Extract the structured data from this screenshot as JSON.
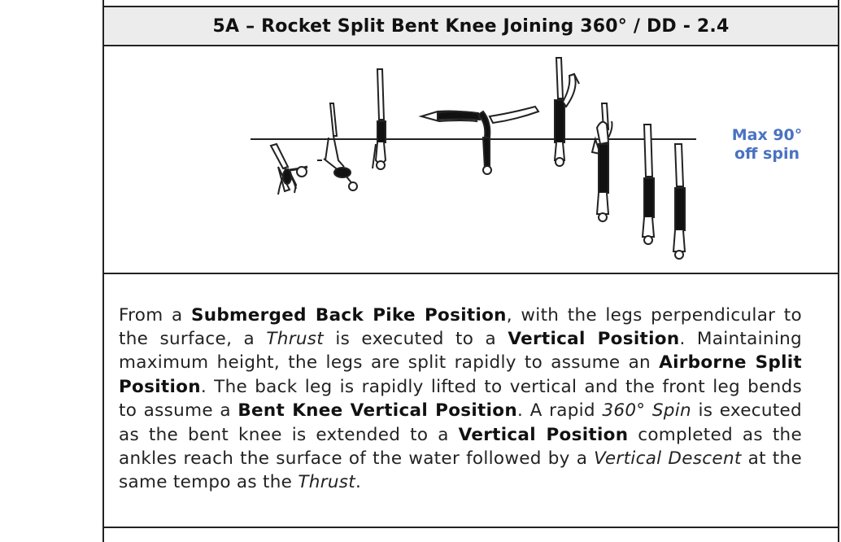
{
  "title": "5A – Rocket Split Bent Knee Joining 360° / DD - 2.4",
  "figure": {
    "note_line1": "Max 90°",
    "note_line2": "off spin",
    "note_color": "#4a72c0"
  },
  "description": [
    {
      "t": "From a ",
      "s": "normal"
    },
    {
      "t": "Submerged Back Pike Position",
      "s": "bold"
    },
    {
      "t": ", with the legs perpendicular to the surface, a ",
      "s": "normal"
    },
    {
      "t": "Thrust",
      "s": "italic"
    },
    {
      "t": " is executed to a ",
      "s": "normal"
    },
    {
      "t": "Vertical Position",
      "s": "bold"
    },
    {
      "t": ". Maintaining maximum height, the legs are split rapidly to assume an ",
      "s": "normal"
    },
    {
      "t": "Airborne Split Position",
      "s": "bold"
    },
    {
      "t": ". The back leg is rapidly lifted to vertical and the front leg bends to assume a ",
      "s": "normal"
    },
    {
      "t": "Bent Knee Vertical Position",
      "s": "bold"
    },
    {
      "t": ". A rapid ",
      "s": "normal"
    },
    {
      "t": "360° Spin",
      "s": "italic"
    },
    {
      "t": " is executed as the bent knee is extended to a ",
      "s": "normal"
    },
    {
      "t": "Vertical Position",
      "s": "bold"
    },
    {
      "t": " completed as the ankles reach the surface of the water followed by a ",
      "s": "normal"
    },
    {
      "t": "Vertical Descent",
      "s": "italic"
    },
    {
      "t": " at the same tempo as the ",
      "s": "normal"
    },
    {
      "t": "Thrust",
      "s": "italic"
    },
    {
      "t": ".",
      "s": "normal"
    }
  ]
}
